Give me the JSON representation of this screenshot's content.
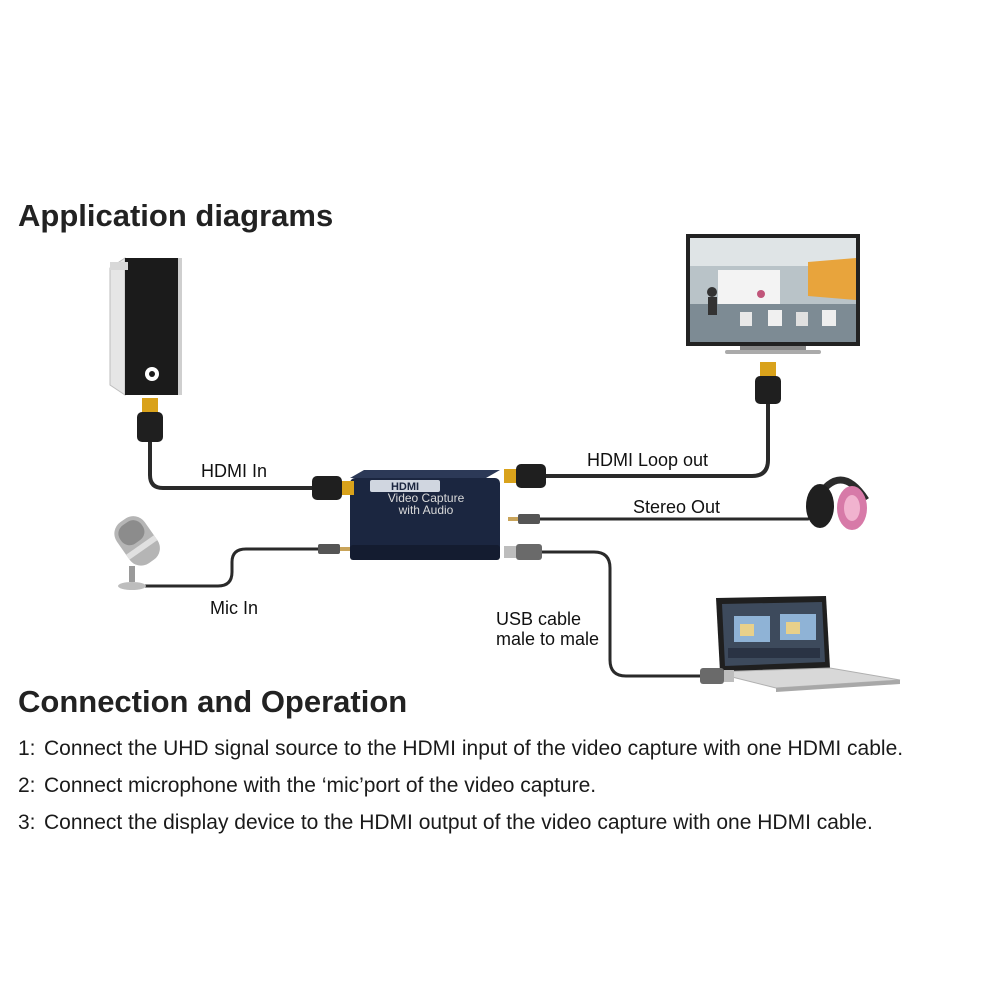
{
  "headings": {
    "application": "Application diagrams",
    "connection": "Connection and Operation"
  },
  "device": {
    "logo": "HDMI",
    "line1": "Video   Capture",
    "line2": "with Audio"
  },
  "labels": {
    "hdmi_in": "HDMI In",
    "hdmi_loop_out": "HDMI Loop out",
    "stereo_out": "Stereo Out",
    "mic_in": "Mic In",
    "usb_cable_line1": "USB cable",
    "usb_cable_line2": "male to male"
  },
  "steps": [
    {
      "num": "1:",
      "text": "Connect the UHD signal source to the HDMI input of the video capture with one HDMI cable."
    },
    {
      "num": "2:",
      "text": "Connect microphone with the ‘mic’port of the video capture."
    },
    {
      "num": "3:",
      "text": "Connect the display device to the HDMI output of the video capture with one HDMI cable."
    }
  ],
  "colors": {
    "device_body": "#1b2640",
    "cable": "#2a2a2a",
    "hdmi_plug_gold": "#d9a21b",
    "headphone_pink": "#d77aa8"
  }
}
